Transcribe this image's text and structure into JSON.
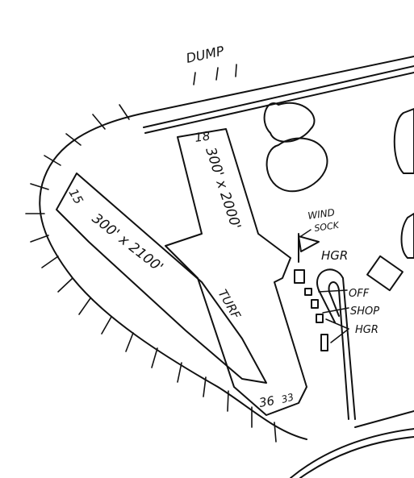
{
  "map": {
    "labels": {
      "dump": "DUMP",
      "runway_north_number": "18",
      "runway_north_dims": "300' x 2000'",
      "runway_west_number": "15",
      "runway_west_dims": "300' x 2100'",
      "surface": "TURF",
      "runway_south_numbers_1": "36",
      "runway_south_numbers_2": "33",
      "wind_sock_line1": "WIND",
      "wind_sock_line2": "SOCK",
      "hangar_top": "HGR",
      "office": "OFF",
      "shop": "SHOP",
      "hangar_bottom": "HGR"
    },
    "colors": {
      "ink": "#111111",
      "paper": "#ffffff"
    }
  }
}
